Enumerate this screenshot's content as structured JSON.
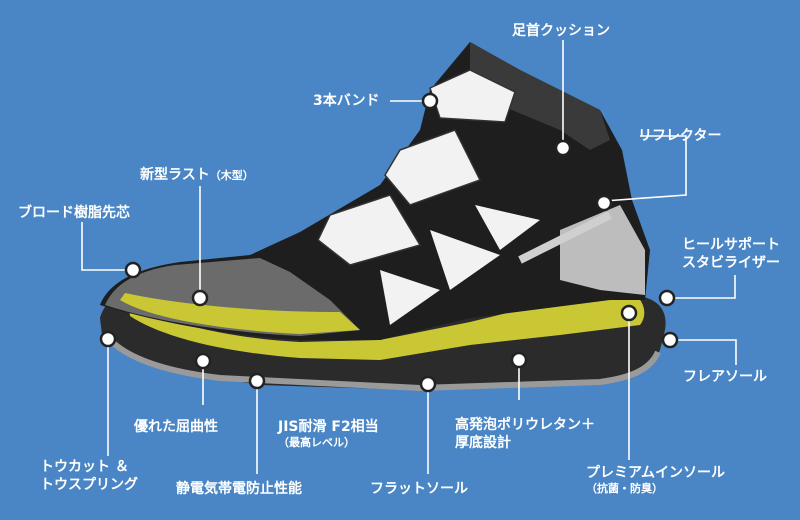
{
  "background_color": "#4a86c5",
  "callout_color": "#ffffff",
  "midsole_color": "#c9c834",
  "labels": {
    "ankle_cushion": "足首クッション",
    "three_band": "3本バンド",
    "reflector": "リフレクター",
    "new_last": "新型ラスト",
    "new_last_note": "（木型）",
    "resin_toe": "ブロード樹脂先芯",
    "heel_support_1": "ヒールサポート",
    "heel_support_2": "スタビライザー",
    "flare_sole": "フレアソール",
    "flex": "優れた屈曲性",
    "jis": "JIS耐滑 F2相当",
    "jis_note": "（最高レベル）",
    "foam_1": "高発泡ポリウレタン＋",
    "foam_2": "厚底設計",
    "toe_cap_1": "トウカット ＆",
    "toe_cap_2": "トウスプリング",
    "antistatic": "静電気帯電防止性能",
    "flat_sole": "フラットソール",
    "insole": "プレミアムインソール",
    "insole_note": "（抗菌・防臭）"
  }
}
